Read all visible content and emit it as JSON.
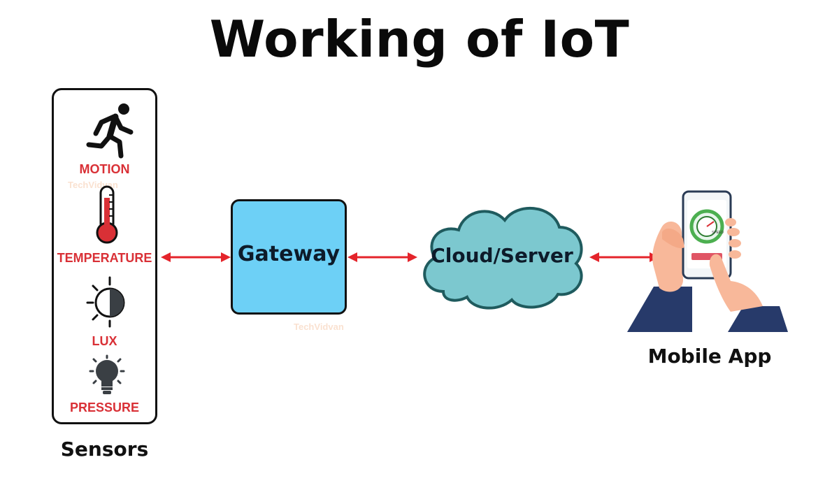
{
  "title": "Working of IoT",
  "sensors": {
    "caption": "Sensors",
    "items": [
      {
        "label": "MOTION",
        "icon": "running-person-icon"
      },
      {
        "label": "TEMPERATURE",
        "icon": "thermometer-icon"
      },
      {
        "label": "LUX",
        "icon": "brightness-icon"
      },
      {
        "label": "PRESSURE",
        "icon": "light-bulb-icon"
      }
    ]
  },
  "gateway": {
    "label": "Gateway"
  },
  "cloud": {
    "label": "Cloud/Server"
  },
  "mobile": {
    "caption": "Mobile App",
    "screen_text": "SPEED"
  },
  "watermark": "TechVidvan",
  "colors": {
    "sensor_label": "#d93036",
    "arrow": "#e4242b",
    "gateway_fill": "#6dd0f6",
    "cloud_fill": "#7cc8cf",
    "cloud_outline": "#1f5b5e"
  }
}
